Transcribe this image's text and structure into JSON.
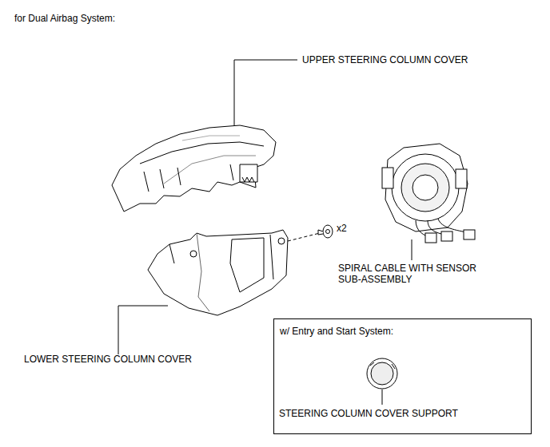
{
  "diagram": {
    "title": "for Dual Airbag System:",
    "nodes": [
      {
        "text": [
          "w/ Entry and Start System:",
          "STEERING COLUMN COVER SUPPORT"
        ]
      }
    ],
    "labels": [
      "UPPER STEERING COLUMN COVER",
      "x2",
      "SPIRAL CABLE WITH SENSOR SUB-ASSEMBLY",
      "LOWER STEERING COLUMN COVER"
    ]
  }
}
